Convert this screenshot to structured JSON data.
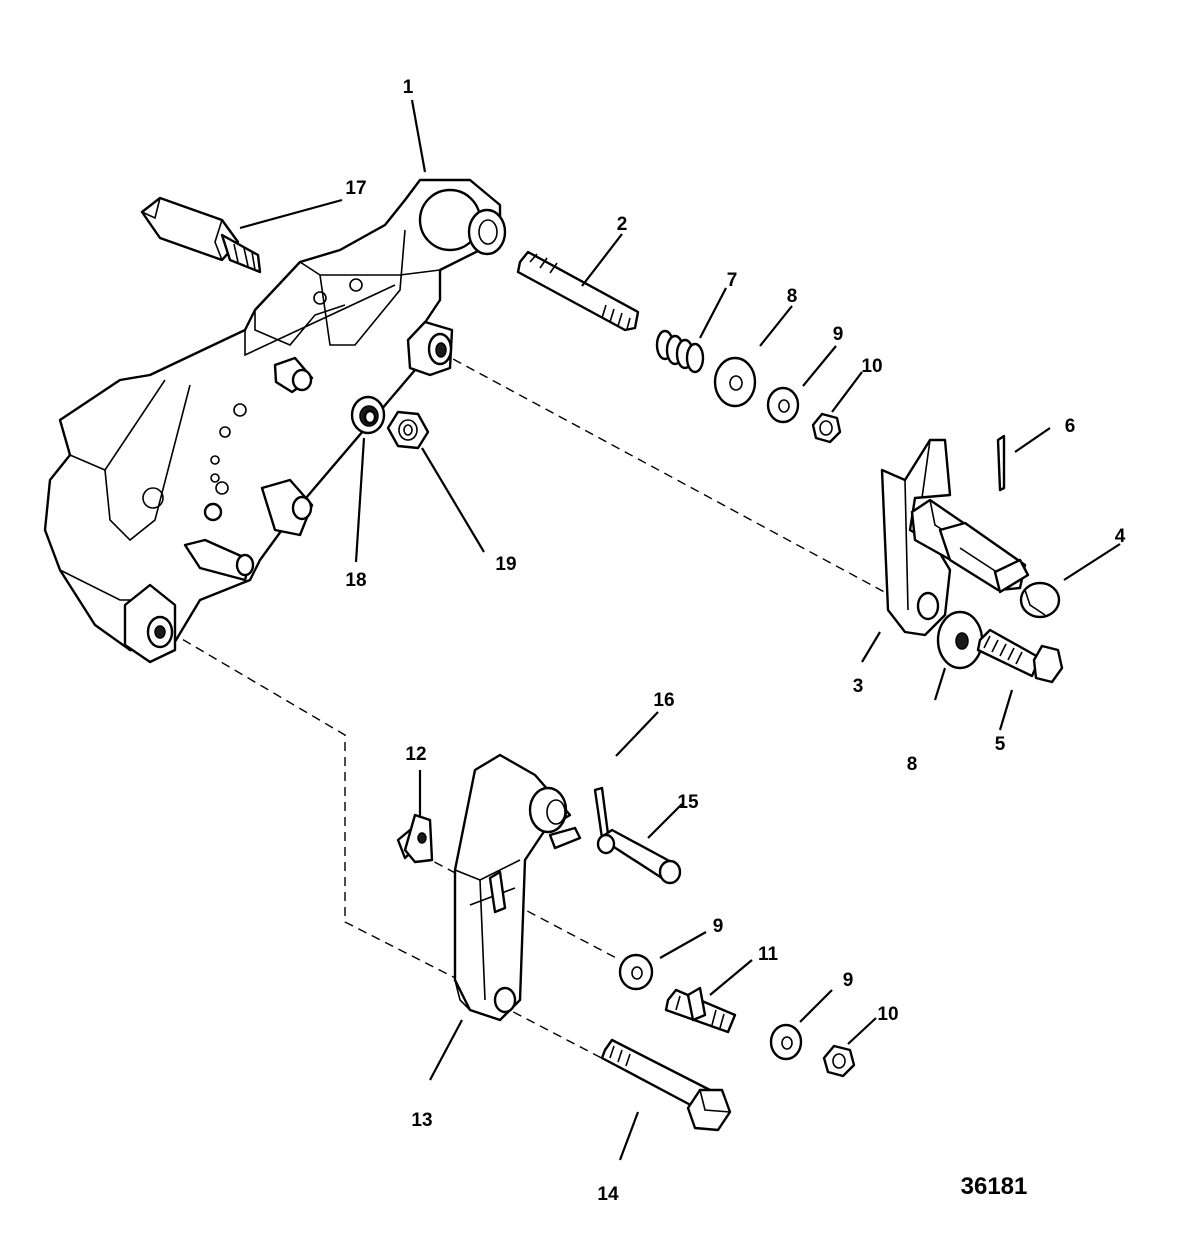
{
  "diagram": {
    "reference_code": "36181",
    "callouts": [
      {
        "id": "1",
        "label": "1"
      },
      {
        "id": "2",
        "label": "2"
      },
      {
        "id": "3",
        "label": "3"
      },
      {
        "id": "4",
        "label": "4"
      },
      {
        "id": "5",
        "label": "5"
      },
      {
        "id": "6",
        "label": "6"
      },
      {
        "id": "7",
        "label": "7"
      },
      {
        "id": "8a",
        "label": "8"
      },
      {
        "id": "8b",
        "label": "8"
      },
      {
        "id": "9a",
        "label": "9"
      },
      {
        "id": "9b",
        "label": "9"
      },
      {
        "id": "9c",
        "label": "9"
      },
      {
        "id": "10a",
        "label": "10"
      },
      {
        "id": "10b",
        "label": "10"
      },
      {
        "id": "11",
        "label": "11"
      },
      {
        "id": "12",
        "label": "12"
      },
      {
        "id": "13",
        "label": "13"
      },
      {
        "id": "14",
        "label": "14"
      },
      {
        "id": "15",
        "label": "15"
      },
      {
        "id": "16",
        "label": "16"
      },
      {
        "id": "17",
        "label": "17"
      },
      {
        "id": "18",
        "label": "18"
      },
      {
        "id": "19",
        "label": "19"
      }
    ]
  }
}
